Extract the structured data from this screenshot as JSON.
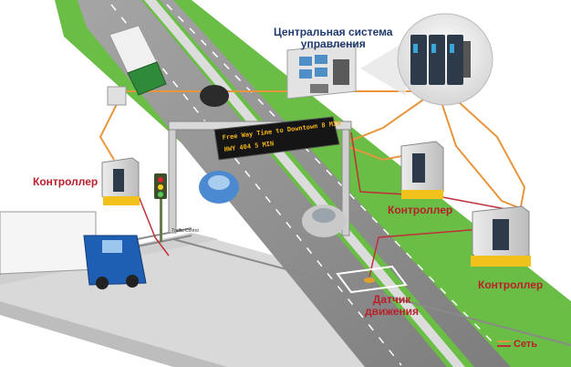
{
  "labels": {
    "central_system": "Центральная система\nуправления",
    "controller_left": "Контроллер",
    "controller_middle": "Контроллер",
    "controller_right": "Контроллер",
    "motion_sensor": "Датчик\nдвижения",
    "legend_network": "Сеть"
  },
  "sign": {
    "line1": "Free Way Time to Downtown 8 MIN",
    "line2": "HWY 404 5 MIN"
  },
  "small_text": {
    "traffic_control": "Traffic Contro"
  },
  "colors": {
    "network_orange": "#e8963c",
    "network_red": "#c0303a",
    "grass": "#6abd45",
    "road": "#8e8e8e",
    "label_red": "#b8202a",
    "label_blue": "#1e3a6e"
  }
}
